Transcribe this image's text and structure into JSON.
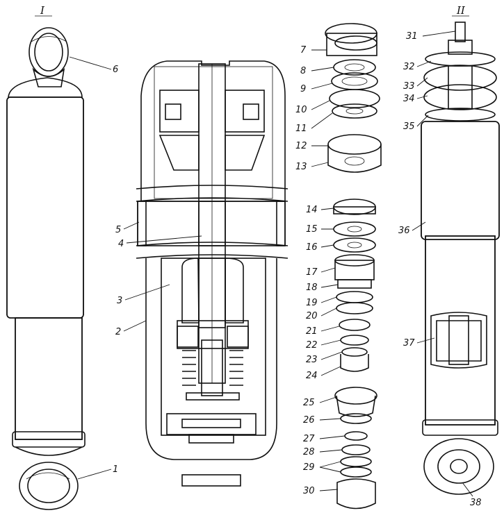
{
  "views": {
    "left_view": "I",
    "right_view": "II"
  },
  "callouts": [
    {
      "id": "c1",
      "text": "1"
    },
    {
      "id": "c2",
      "text": "2"
    },
    {
      "id": "c3",
      "text": "3"
    },
    {
      "id": "c4",
      "text": "4"
    },
    {
      "id": "c5",
      "text": "5"
    },
    {
      "id": "c6",
      "text": "6"
    },
    {
      "id": "c7",
      "text": "7"
    },
    {
      "id": "c8",
      "text": "8"
    },
    {
      "id": "c9",
      "text": "9"
    },
    {
      "id": "c10",
      "text": "10"
    },
    {
      "id": "c11",
      "text": "11"
    },
    {
      "id": "c12",
      "text": "12"
    },
    {
      "id": "c13",
      "text": "13"
    },
    {
      "id": "c14",
      "text": "14"
    },
    {
      "id": "c15",
      "text": "15"
    },
    {
      "id": "c16",
      "text": "16"
    },
    {
      "id": "c17",
      "text": "17"
    },
    {
      "id": "c18",
      "text": "18"
    },
    {
      "id": "c19",
      "text": "19"
    },
    {
      "id": "c20",
      "text": "20"
    },
    {
      "id": "c21",
      "text": "21"
    },
    {
      "id": "c22",
      "text": "22"
    },
    {
      "id": "c23",
      "text": "23"
    },
    {
      "id": "c24",
      "text": "24"
    },
    {
      "id": "c25",
      "text": "25"
    },
    {
      "id": "c26",
      "text": "26"
    },
    {
      "id": "c27",
      "text": "27"
    },
    {
      "id": "c28",
      "text": "28"
    },
    {
      "id": "c29",
      "text": "29"
    },
    {
      "id": "c30",
      "text": "30"
    },
    {
      "id": "c31",
      "text": "31"
    },
    {
      "id": "c32",
      "text": "32"
    },
    {
      "id": "c33",
      "text": "33"
    },
    {
      "id": "c34",
      "text": "34"
    },
    {
      "id": "c35",
      "text": "35"
    },
    {
      "id": "c36",
      "text": "36"
    },
    {
      "id": "c37",
      "text": "37"
    },
    {
      "id": "c38",
      "text": "38"
    }
  ]
}
